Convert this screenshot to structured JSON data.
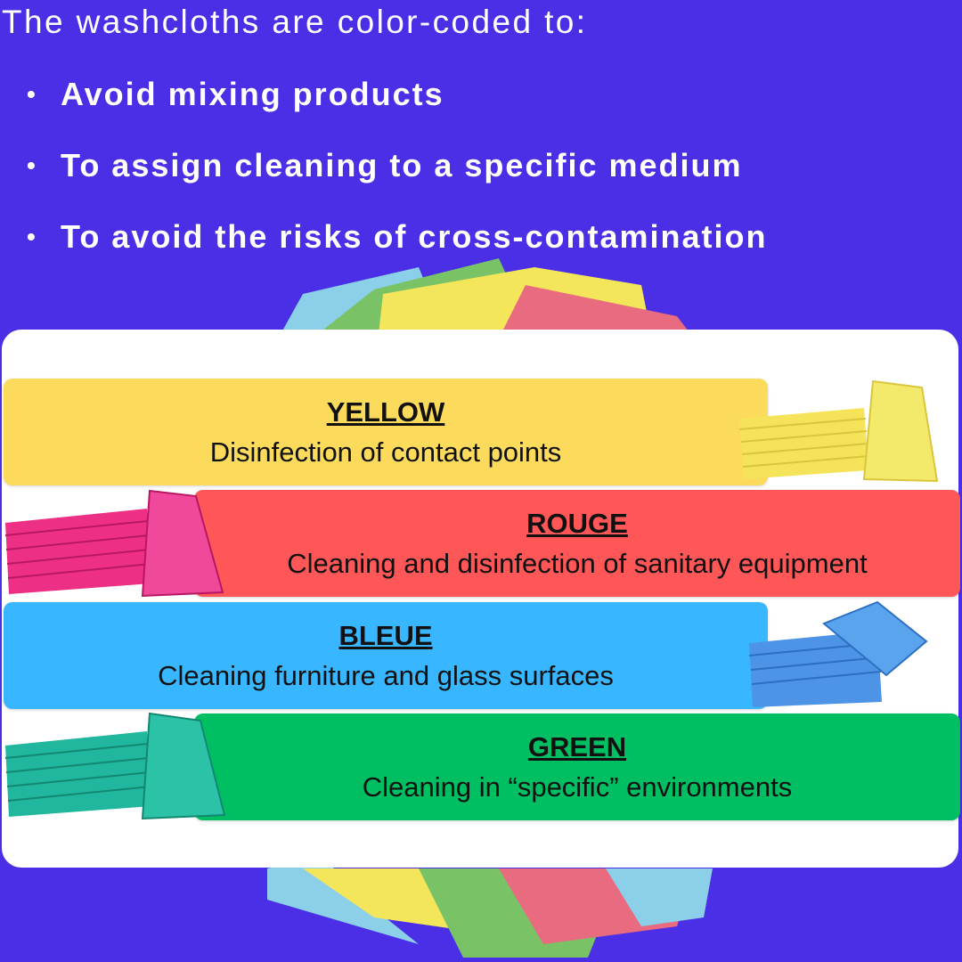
{
  "background_color": "#4a2fe6",
  "intro": "The washcloths are color-coded to:",
  "reasons": [
    "Avoid mixing products",
    "To assign cleaning to a specific medium",
    "To avoid the risks of cross-contamination"
  ],
  "bullet_glyph": "•",
  "codes": [
    {
      "title": "YELLOW",
      "description": "Disinfection of contact points",
      "color": "#fcdb5c",
      "cloth_color": "#f5e45a"
    },
    {
      "title": "ROUGE",
      "description": "Cleaning and disinfection of sanitary equipment",
      "color": "#ff5757",
      "cloth_color": "#ee2f86"
    },
    {
      "title": "BLEUE",
      "description": "Cleaning furniture and glass surfaces",
      "color": "#38b6ff",
      "cloth_color": "#4d93e6"
    },
    {
      "title": "GREEN",
      "description": "Cleaning in “specific” environments",
      "color": "#00bf63",
      "cloth_color": "#21b69e"
    }
  ]
}
